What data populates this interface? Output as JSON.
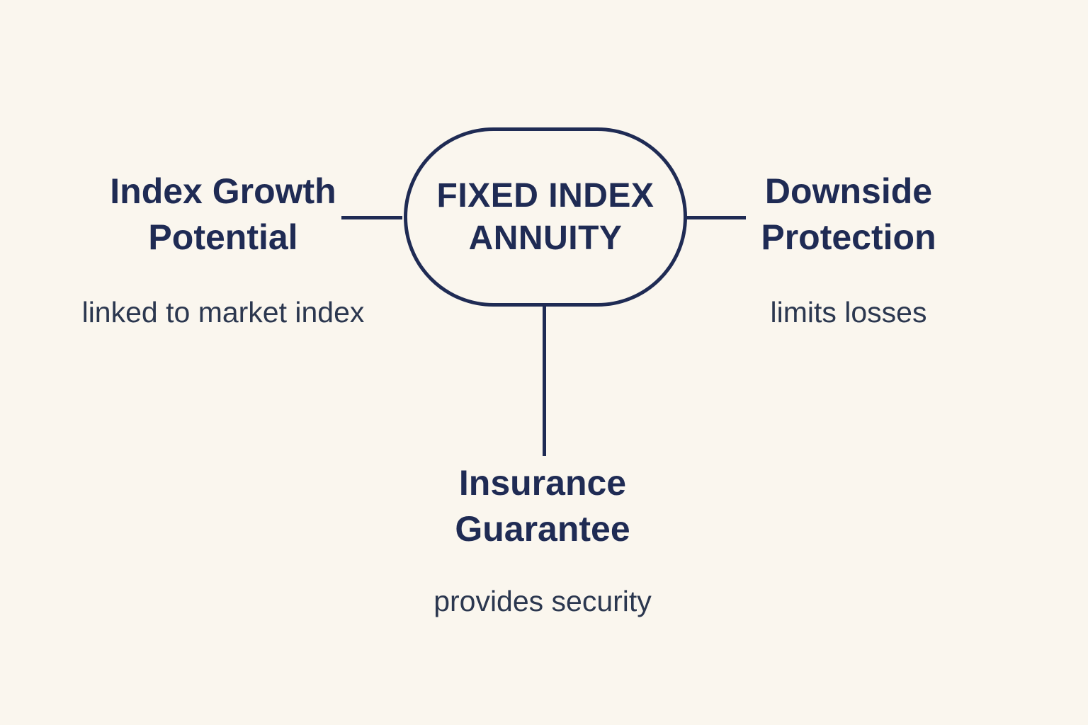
{
  "diagram": {
    "colors": {
      "background": "#faf6ee",
      "ink": "#1f2b54",
      "subtitle_ink": "#2b374f"
    },
    "center_node": {
      "label_lines": [
        "FIXED INDEX",
        "ANNUITY"
      ]
    },
    "branches": [
      {
        "position": "left",
        "title_lines": [
          "Index Growth",
          "Potential"
        ],
        "subtitle": "linked to market index"
      },
      {
        "position": "right",
        "title_lines": [
          "Downside",
          "Protection"
        ],
        "subtitle": "limits losses"
      },
      {
        "position": "bottom",
        "title_lines": [
          "Insurance",
          "Guarantee"
        ],
        "subtitle": "provides security"
      }
    ]
  }
}
